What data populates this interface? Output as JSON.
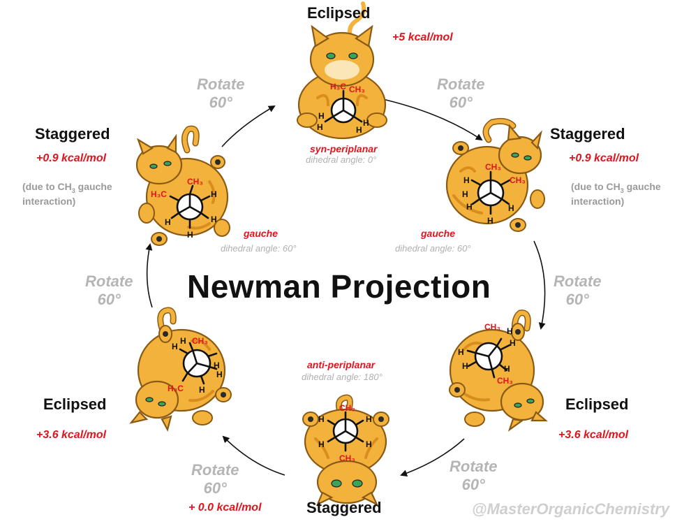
{
  "title": "Newman Projection",
  "watermark": "@MasterOrganicChemistry",
  "colors": {
    "energy": "#e0141e",
    "rotate": "#b5b5b5",
    "cat_fur": "#f3b23c",
    "text": "#111111"
  },
  "rotate_label": {
    "line1": "Rotate",
    "line2": "60°"
  },
  "conformers": {
    "top": {
      "label": "Eclipsed",
      "energy": "+5 kcal/mol",
      "conformation": "syn-periplanar",
      "dihedral": "dihedral angle: 0°"
    },
    "upper_right": {
      "label": "Staggered",
      "energy": "+0.9 kcal/mol",
      "note_pre": "(due to CH",
      "note_sub": "3",
      "note_post": " gauche interaction)",
      "conformation": "gauche",
      "dihedral": "dihedral angle: 60°"
    },
    "upper_left": {
      "label": "Staggered",
      "energy": "+0.9 kcal/mol",
      "note_pre": "(due to CH",
      "note_sub": "3",
      "note_post": " gauche interaction)",
      "conformation": "gauche",
      "dihedral": "dihedral angle: 60°"
    },
    "lower_right": {
      "label": "Eclipsed",
      "energy": "+3.6 kcal/mol"
    },
    "lower_left": {
      "label": "Eclipsed",
      "energy": "+3.6 kcal/mol"
    },
    "bottom": {
      "label": "Staggered",
      "energy": "+ 0.0 kcal/mol",
      "conformation": "anti-periplanar",
      "dihedral": "dihedral angle: 180°"
    }
  },
  "atoms": {
    "h": "H",
    "ch3": "CH₃",
    "h3c": "H₃C"
  },
  "icons": [
    "cat-illustration",
    "newman-projection",
    "rotation-arrow"
  ]
}
